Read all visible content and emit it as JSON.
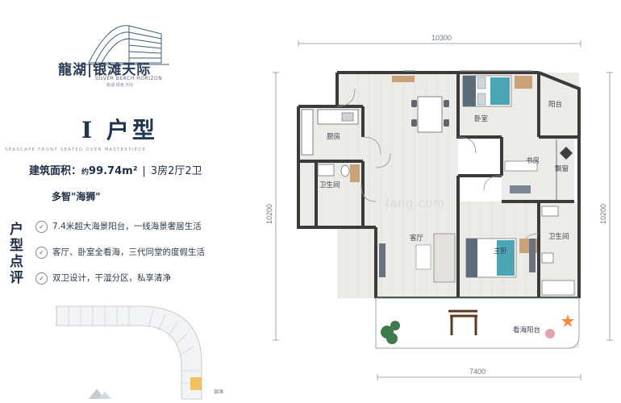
{
  "brand": {
    "name_cn": "龍湖|银滩天际",
    "name_en": "SILVER BEACH HORIZON",
    "sub": "龍湖 银滩 天际"
  },
  "unit": {
    "title": "I 户型",
    "eng_line": "SEASCAPE FRONT SEATED OVER MASTERPIECE",
    "area_label": "建筑面积：",
    "area_prefix": "约",
    "area_value": "99.74m²",
    "separator": "|",
    "rooms": "3房2厅2卫",
    "slogan": "多智\"海狮\""
  },
  "comment": {
    "heading": "户型点评",
    "items": [
      {
        "icon": "✓",
        "text": "7.4米超大海景阳台，一线海景奢居生活"
      },
      {
        "icon": "✓",
        "text": "客厅、卧室全看海，三代同堂的度假生活"
      },
      {
        "icon": "✓",
        "text": "双卫设计，干湿分区，私享清净"
      }
    ]
  },
  "sitemap": {
    "label": "银滩"
  },
  "plan": {
    "dims": {
      "top": "10300",
      "bottom": "7400",
      "left": "10200",
      "right": "10200"
    },
    "rooms": {
      "kitchen": "厨房",
      "bath1": "卫生间",
      "bedroom": "卧室",
      "balcony": "阳台",
      "study": "书房",
      "bay": "飘窗",
      "living": "客厅",
      "master": "主卧",
      "bath2": "卫生间",
      "sea_balcony": "看海阳台"
    }
  },
  "watermark": "fang.com",
  "colors": {
    "navy": "#1f3552",
    "wall": "#3d3d3d",
    "floor": "#ece9e4",
    "wood": "#c9a27a"
  }
}
